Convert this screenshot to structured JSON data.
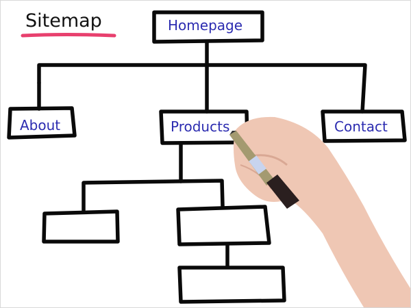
{
  "title": "Sitemap",
  "colors": {
    "ink": "#0a0a0a",
    "label_text": "#2b2bb0",
    "title_underline": "#e8406e",
    "background": "#ffffff"
  },
  "nodes": {
    "root": {
      "label": "Homepage"
    },
    "level1": [
      {
        "label": "About"
      },
      {
        "label": "Products"
      },
      {
        "label": "Contact"
      }
    ],
    "level2_blank_boxes": 3
  },
  "illustration": {
    "hand": "hand-holding-marker",
    "marker": "marker-pen"
  }
}
